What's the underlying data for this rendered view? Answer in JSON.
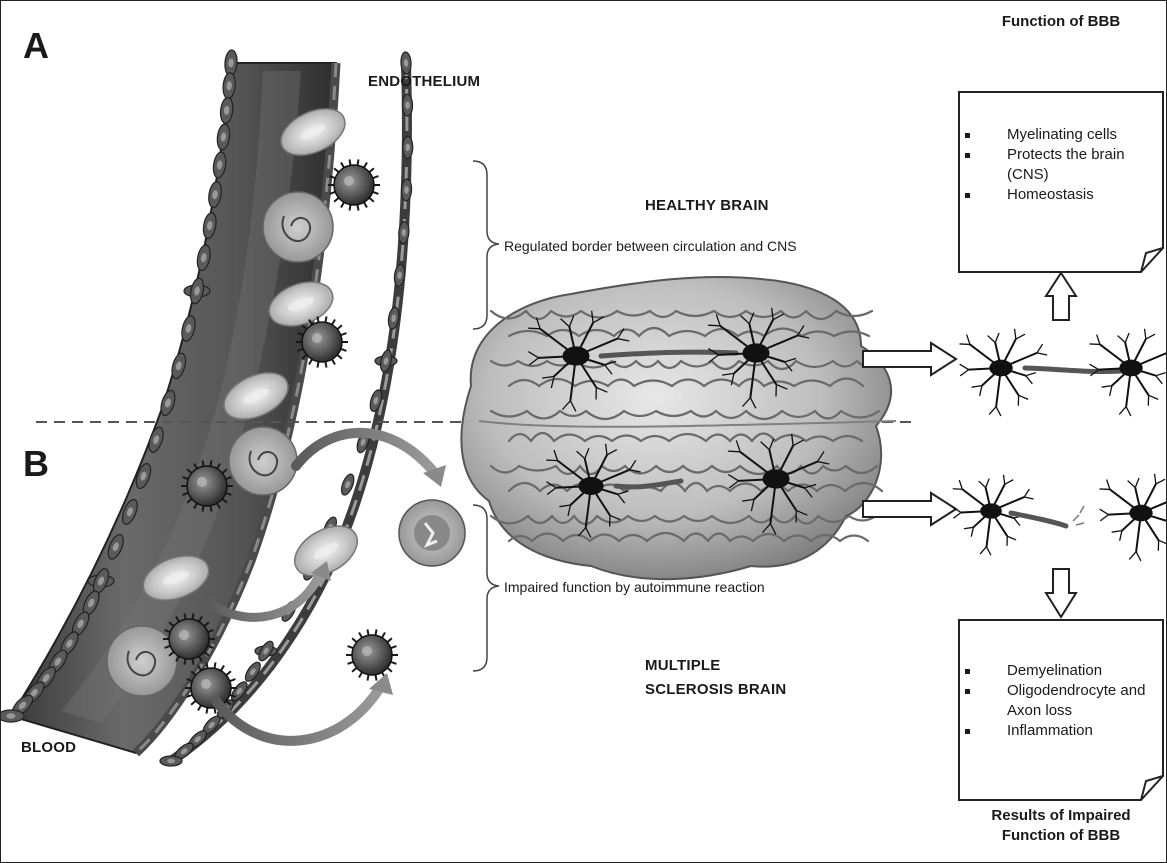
{
  "panels": {
    "a": "A",
    "b": "B"
  },
  "labels": {
    "endothelium": "ENDOTHELIUM",
    "blood": "BLOOD",
    "healthy_brain": "HEALTHY BRAIN",
    "regulated_border": "Regulated border between circulation and CNS",
    "impaired_function": "Impaired function by autoimmune reaction",
    "ms_brain_line1": "MULTIPLE",
    "ms_brain_line2": "SCLEROSIS BRAIN"
  },
  "function_box": {
    "title": "Function of BBB",
    "items": [
      "Myelinating cells",
      "Protects the brain (CNS)",
      "Homeostasis"
    ]
  },
  "results_box": {
    "title_line1": "Results of Impaired",
    "title_line2": "Function of BBB",
    "items": [
      "Demyelination",
      "Oligodendrocyte and Axon loss",
      "Inflammation"
    ]
  }
}
